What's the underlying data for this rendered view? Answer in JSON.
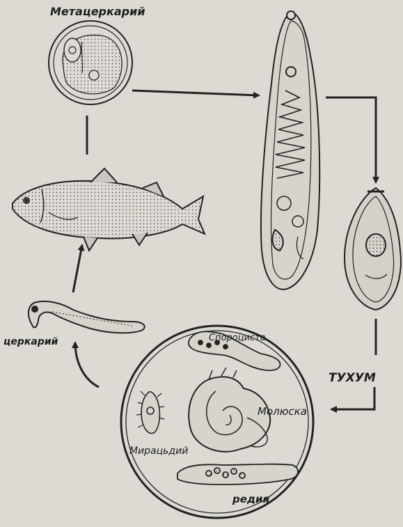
{
  "labels": {
    "metacercaria": "Метацеркарий",
    "cercaria": "церкарий",
    "sporocyst": "Спороциста",
    "mollusk": "Молюска",
    "miracidium": "Мирацьдий",
    "redia": "редия",
    "egg": "ТУХУМ"
  },
  "stages": [
    "metacercaria",
    "adult-fluke",
    "egg",
    "miracidium",
    "sporocyst",
    "mollusk",
    "redia",
    "cercaria",
    "fish"
  ],
  "colors": {
    "ink": "#1e1e1e",
    "paper": "#dcdad2"
  }
}
